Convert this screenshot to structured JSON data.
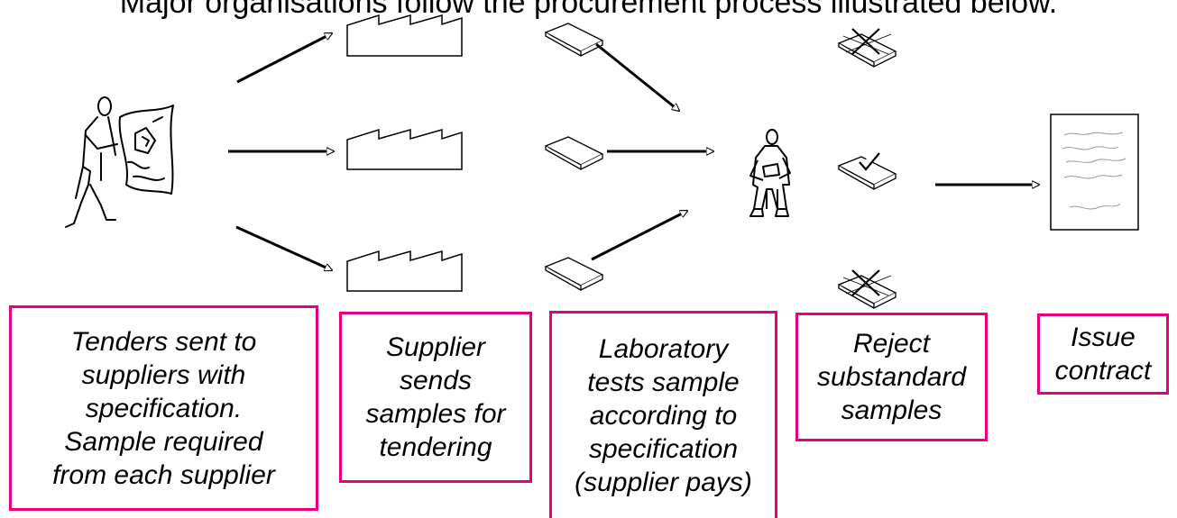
{
  "header": {
    "text": "Major organisations follow the procurement process illustrated below."
  },
  "steps": [
    {
      "caption": "Tenders sent to\nsuppliers with\nspecification.\nSample required\nfrom each supplier"
    },
    {
      "caption": "Supplier\nsends\nsamples for\ntendering"
    },
    {
      "caption": "Laboratory\ntests sample\naccording to\nspecification\n(supplier pays)"
    },
    {
      "caption": "Reject\nsubstandard\nsamples"
    },
    {
      "caption": "Issue\ncontract"
    }
  ],
  "colors": {
    "box_border": "#e6007e",
    "lines": "#000000"
  },
  "icons": [
    "buyer-figure-icon",
    "factory-icon",
    "sample-packet-icon",
    "lab-technician-icon",
    "rejected-sample-icon",
    "accepted-sample-icon",
    "contract-document-icon"
  ]
}
